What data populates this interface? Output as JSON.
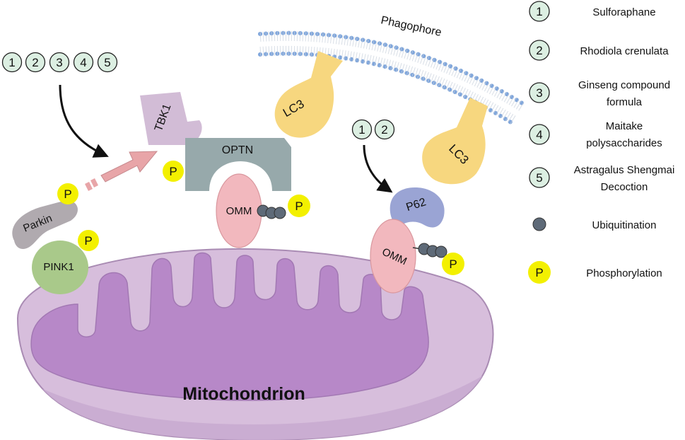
{
  "diagram": {
    "mitochondrion_label": "Mitochondrion",
    "phagophore_label": "Phagophore",
    "proteins": {
      "tbk1": "TBK1",
      "optn": "OPTN",
      "lc3_left": "LC3",
      "lc3_right": "LC3",
      "p62": "P62",
      "omm_left": "OMM",
      "omm_right": "OMM",
      "parkin": "Parkin",
      "pink1": "PINK1"
    },
    "phospho_mark": "P",
    "drug_groups": {
      "left": [
        "1",
        "2",
        "3",
        "4",
        "5"
      ],
      "right": [
        "1",
        "2"
      ]
    }
  },
  "legend": {
    "drugs": [
      {
        "number": "1",
        "label_lines": [
          "Sulforaphane"
        ]
      },
      {
        "number": "2",
        "label_lines": [
          "Rhodiola crenulata"
        ]
      },
      {
        "number": "3",
        "label_lines": [
          "Ginseng compound",
          "formula"
        ]
      },
      {
        "number": "4",
        "label_lines": [
          "Maitake",
          "polysaccharides"
        ]
      },
      {
        "number": "5",
        "label_lines": [
          "Astragalus Shengmai",
          "Decoction"
        ]
      }
    ],
    "ubiquitination": "Ubiquitination",
    "phosphorylation": {
      "symbol": "P",
      "label": "Phosphorylation"
    }
  },
  "colors": {
    "mito_outer": "#d7bedc",
    "mito_inner": "#b788c8",
    "mito_stroke": "#a98bb3",
    "drug_circle": "#dcefe2",
    "phospho": "#f3f000",
    "ubiquitin": "#5e6a78",
    "optn": "#97a9ab",
    "tbk1": "#d2bcd6",
    "lc3": "#f7d77f",
    "p62": "#9aa4d4",
    "omm": "#f2b8be",
    "parkin": "#b0aaaf",
    "pink1": "#a9c98a",
    "arrow_pink": "#e8a5a8"
  }
}
